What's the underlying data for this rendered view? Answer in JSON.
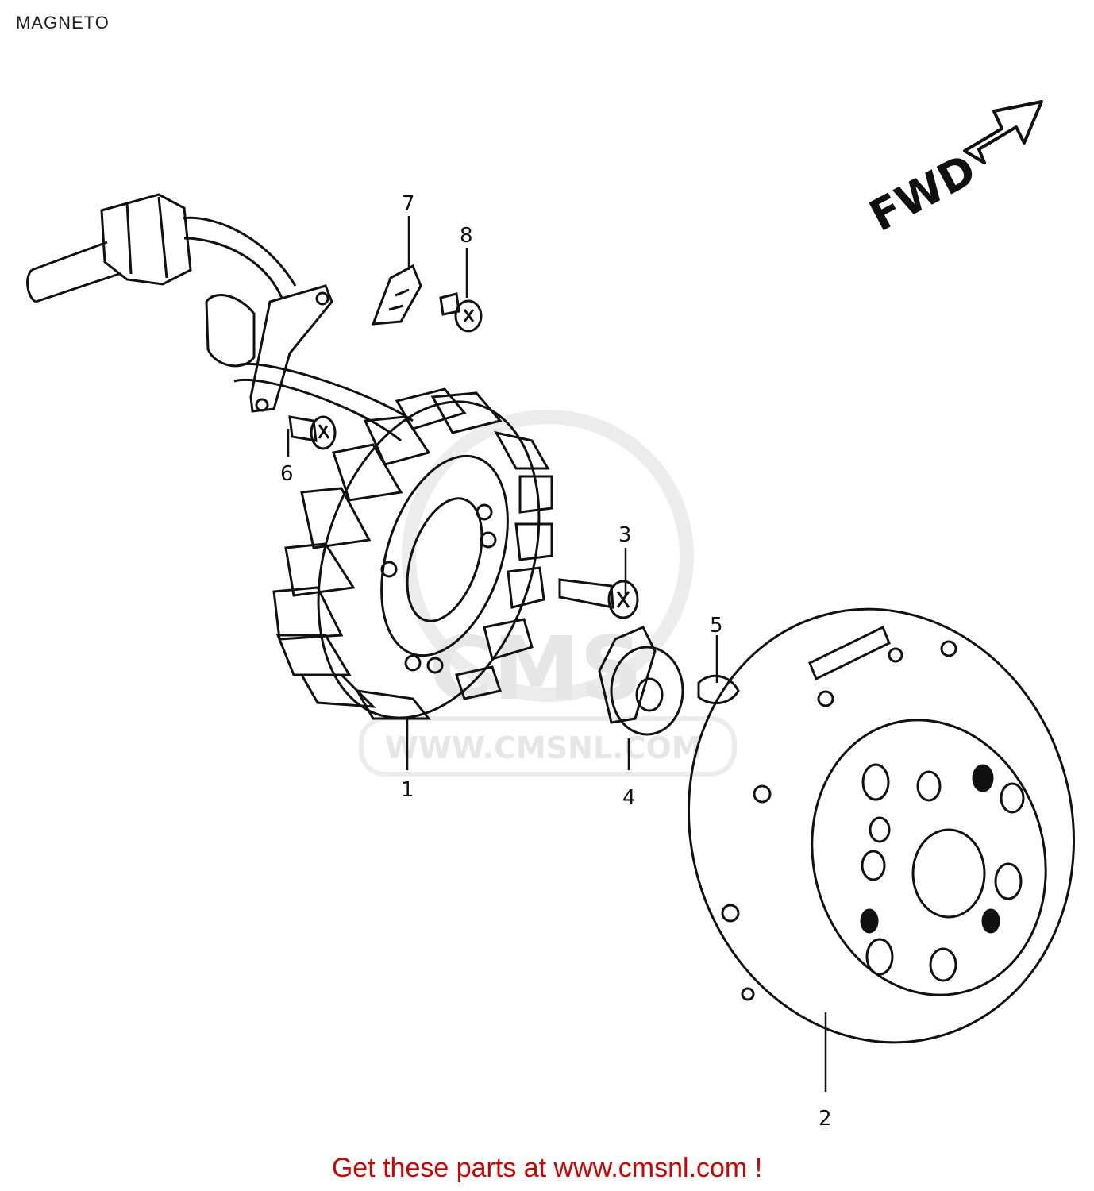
{
  "page": {
    "title": "MAGNETO"
  },
  "diagram": {
    "direction_label": "FWD",
    "watermark": {
      "logo_text": "CMS",
      "url_text": "WWW.CMSNL.COM"
    },
    "callouts": [
      {
        "id": "1",
        "part": "stator-assembly"
      },
      {
        "id": "2",
        "part": "rotor-flywheel"
      },
      {
        "id": "3",
        "part": "bolt"
      },
      {
        "id": "4",
        "part": "nut"
      },
      {
        "id": "5",
        "part": "woodruff-key"
      },
      {
        "id": "6",
        "part": "screw"
      },
      {
        "id": "7",
        "part": "clamp"
      },
      {
        "id": "8",
        "part": "screw"
      }
    ]
  },
  "footer": {
    "text": "Get these parts at www.cmsnl.com !"
  }
}
